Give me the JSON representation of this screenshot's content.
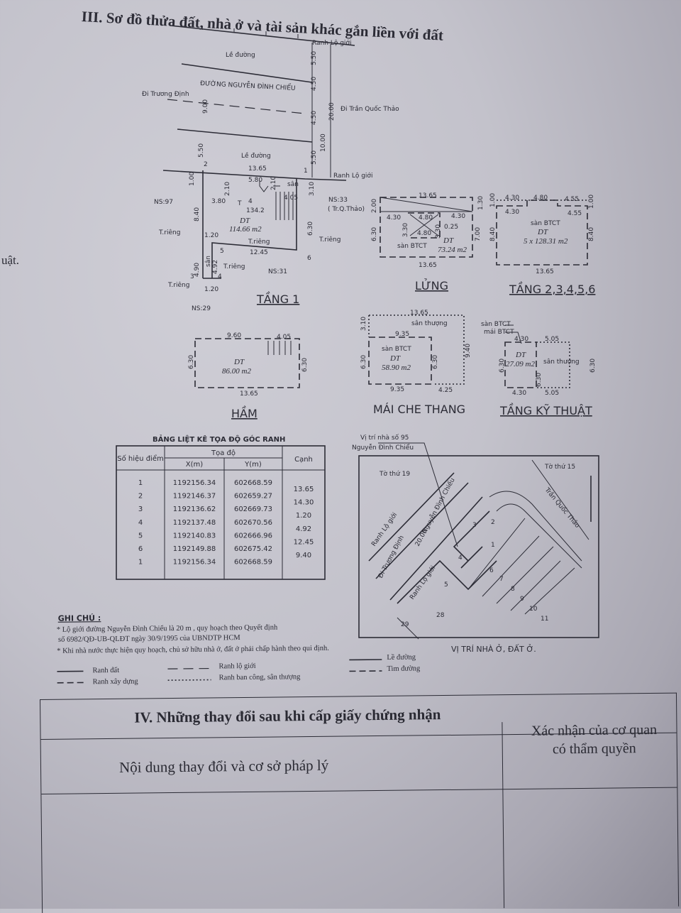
{
  "section3_title": "III. Sơ đồ thửa đất, nhà ở và tài sản khác gắn liền với đất",
  "road": {
    "ranh_lo_gioi_top": "Ranh Lộ giới",
    "le_duong_top": "Lề đường",
    "street_name": "ĐƯỜNG NGUYỄN ĐÌNH CHIỂU",
    "di_truong_dinh": "Đi Trương Định",
    "di_tran_quoc_thao": "Đi Trần Quốc Thảo",
    "le_duong_bottom": "Lề đường",
    "ranh_lo_gioi_bottom": "Ranh Lộ giới",
    "dims": [
      "5.50",
      "4.50",
      "4.50",
      "5.50",
      "9.00",
      "20.00",
      "10.00",
      "5.50"
    ]
  },
  "tang1": {
    "label": "TẦNG 1",
    "area_label": "DT",
    "area": "114.66 m2",
    "san": "sân",
    "stair_t": "T",
    "stair_num": "4",
    "stair_den": "134.2",
    "neighbors": [
      "NS:97",
      "NS:33",
      "( Tr.Q.Thảo)",
      "NS:31",
      "NS:29"
    ],
    "t_rieng": "T.riêng",
    "points": [
      "1",
      "2",
      "3",
      "4",
      "5",
      "6"
    ],
    "dims": [
      "13.65",
      "5.80",
      "1.00",
      "2.10",
      "2.10",
      "3.80",
      "4.05",
      "3.10",
      "8.40",
      "6.30",
      "1.20",
      "12.45",
      "4.90",
      "4.92",
      "1.20"
    ]
  },
  "lung": {
    "label": "LỬNG",
    "area_label": "DT",
    "area": "73.24 m2",
    "san": "sàn BTCT",
    "dims": [
      "13.65",
      "2.00",
      "4.30",
      "4.80",
      "4.30",
      "1.30",
      "3.30",
      "3.30",
      "0.25",
      "4.80",
      "6.30",
      "7.00",
      "13.65"
    ]
  },
  "tang2_6": {
    "label": "TẦNG 2,3,4,5,6",
    "area_label": "DT",
    "area": "5 x 128.31 m2",
    "san": "sàn BTCT",
    "dims": [
      "4.30",
      "4.80",
      "4.55",
      "4.30",
      "4.55",
      "1.00",
      "1.00",
      "8.40",
      "8.40",
      "13.65"
    ]
  },
  "ham": {
    "label": "HẦM",
    "area_label": "DT",
    "area": "86.00 m2",
    "dims": [
      "9.60",
      "4.05",
      "6.30",
      "6.30",
      "13.65"
    ]
  },
  "mai_che_thang": {
    "label": "MÁI CHE THANG",
    "area_label": "DT",
    "area": "58.90 m2",
    "san": "sàn BTCT",
    "san_thuong": "sân thượng",
    "dims": [
      "13.65",
      "3.10",
      "9.35",
      "6.30",
      "6.30",
      "9.40",
      "9.35",
      "4.25"
    ]
  },
  "tang_ky_thuat": {
    "label": "TẦNG KỸ THUẬT",
    "area_label": "DT",
    "area": "27.09 m2",
    "san_btct": "sàn BTCT",
    "mai_btct": "mái BTCT",
    "san_thuong": "sân thượng",
    "dims": [
      "4.30",
      "5.05",
      "6.30",
      "6.30",
      "6.30",
      "4.30",
      "5.05"
    ]
  },
  "coord_table": {
    "title": "BẢNG LIỆT KÊ TỌA ĐỘ GÓC RANH",
    "headers": {
      "point": "Số hiệu điểm",
      "coord": "Tọa độ",
      "x": "X(m)",
      "y": "Y(m)",
      "edge": "Cạnh"
    },
    "rows": [
      {
        "p": "1",
        "x": "1192156.34",
        "y": "602668.59"
      },
      {
        "p": "2",
        "x": "1192146.37",
        "y": "602659.27"
      },
      {
        "p": "3",
        "x": "1192136.62",
        "y": "602669.73"
      },
      {
        "p": "4",
        "x": "1192137.48",
        "y": "602670.56"
      },
      {
        "p": "5",
        "x": "1192140.83",
        "y": "602666.96"
      },
      {
        "p": "6",
        "x": "1192149.88",
        "y": "602675.42"
      },
      {
        "p": "1",
        "x": "1192156.34",
        "y": "602668.59"
      }
    ],
    "edges": [
      "13.65",
      "14.30",
      "1.20",
      "4.92",
      "12.45",
      "9.40"
    ]
  },
  "location_map": {
    "callout": "Vị trí nhà số 95",
    "callout2": "Nguyễn Đình Chiểu",
    "sheet19": "Tờ thứ 19",
    "sheet15": "Tờ thứ 15",
    "street1": "Nguyễn Đình Chiểu",
    "street2": "Trần Quốc Thảo",
    "di_truong_dinh": "Đi Trương Định",
    "width": "20.00",
    "ranh1": "Ranh Lộ giới",
    "ranh2": "Ranh Lộ giới",
    "lots": [
      "1",
      "2",
      "3",
      "4",
      "5",
      "6",
      "7",
      "8",
      "9",
      "10",
      "11",
      "28",
      "29"
    ],
    "caption": "VỊ TRÍ NHÀ Ở, ĐẤT Ở."
  },
  "notes": {
    "title": "GHI CHÚ :",
    "line1": "* Lộ giới đường Nguyễn Đình Chiểu là 20 m , quy hoạch theo Quyết định",
    "line2": "số 6982/QĐ-UB-QLĐT ngày 30/9/1995 của UBNDTP HCM",
    "line3": "* Khi nhà nước thực hiện quy hoạch, chủ sở hữu nhà ở, đất ở phải chấp hành theo qui định.",
    "legend": {
      "ranh_dat": "Ranh đất",
      "ranh_lo_gioi": "Ranh lộ giới",
      "le_duong": "Lề đường",
      "ranh_xay_dung": "Ranh xây dựng",
      "ranh_ban_cong": "Ranh ban công, sân thượng",
      "tim_duong": "Tim đường"
    }
  },
  "section4": {
    "title": "IV. Những thay đổi sau khi cấp giấy chứng nhận",
    "col1": "Nội dung thay đổi và cơ sở pháp lý",
    "col2_line1": "Xác nhận của cơ quan",
    "col2_line2": "có thẩm quyền"
  },
  "margin_fragment": "uật."
}
